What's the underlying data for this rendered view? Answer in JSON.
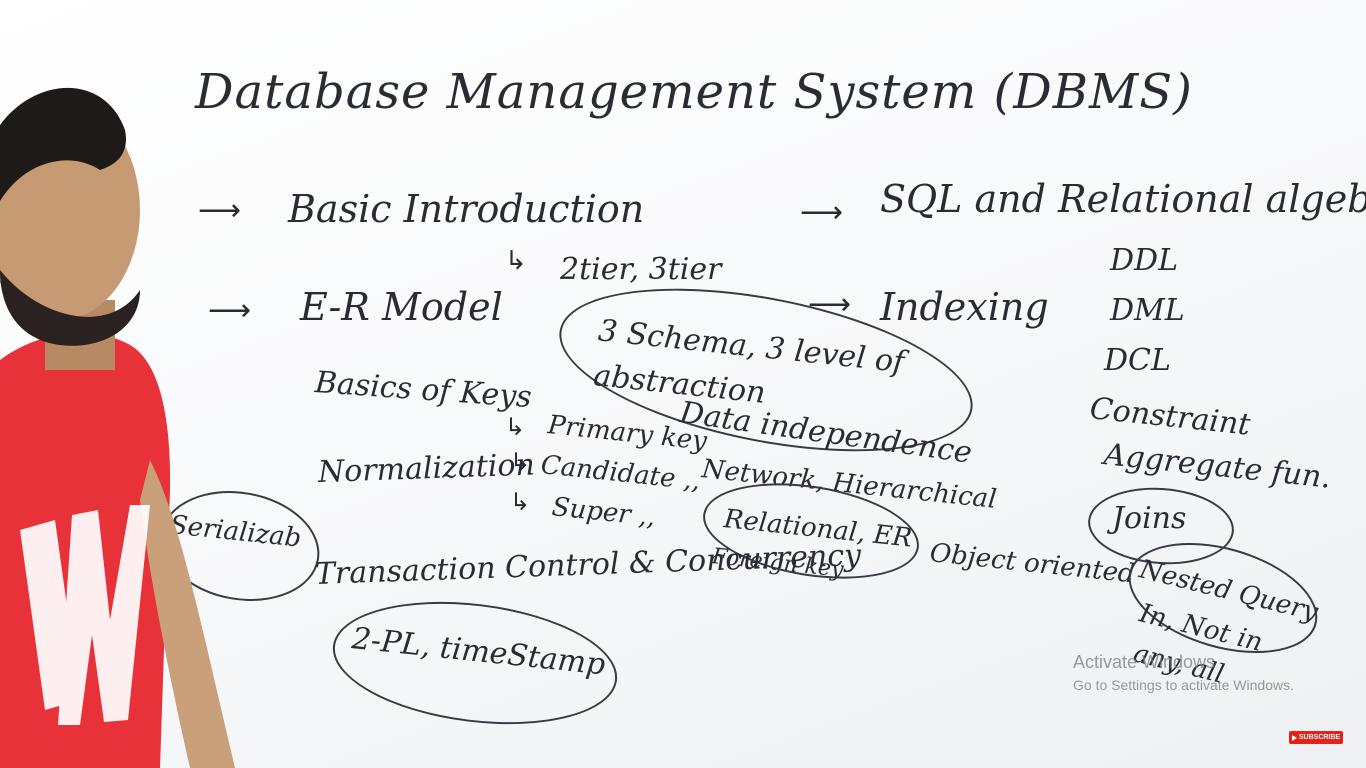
{
  "board": {
    "title": "Database Management System (DBMS)",
    "left_column": {
      "basic_intro": "Basic Introduction",
      "tiers": "2tier, 3tier",
      "schema": "3 Schema, 3 level of abstraction",
      "er_model": "E-R Model",
      "keys": "Basics of Keys",
      "key_types": [
        "Primary key",
        "Candidate ,,",
        "Super ,,",
        "Foreign key"
      ],
      "normalization": "Normalization",
      "data_independence": "Data independence",
      "models": "Network, Hierarchical",
      "relational_er": "Relational, ER",
      "object_oriented": "Object oriented",
      "serializability": "Serializability",
      "transaction": "Transaction Control & Concurrency",
      "protocols": "2-PL, timeStamp"
    },
    "right_column": {
      "sql": "SQL and Relational algebra",
      "indexing": "Indexing",
      "items": [
        "DDL",
        "DML",
        "DCL",
        "Constraint",
        "Aggregate fun.",
        "Joins",
        "Nested Query",
        "In, Not in",
        "any, all"
      ]
    }
  },
  "overlay": {
    "activate_title": "Activate Windows",
    "activate_sub": "Go to Settings to activate Windows.",
    "subscribe": "SUBSCRIBE"
  },
  "colors": {
    "marker": "#2b2b33",
    "shirt": "#e8323a",
    "subscribe": "#e62117"
  },
  "icons": [
    "arrow-right-icon",
    "subscribe-play-icon"
  ]
}
